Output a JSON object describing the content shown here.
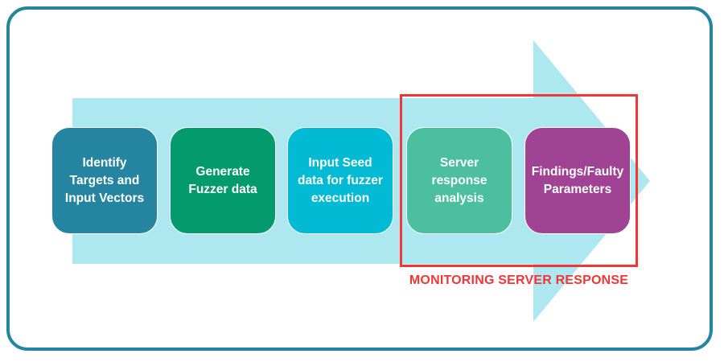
{
  "diagram": {
    "colors": {
      "frame": "#2585a0",
      "arrow": "#ade8f0",
      "highlight": "#f23535"
    },
    "steps": [
      {
        "label": "Identify\nTargets and\nInput Vectors",
        "color": "#2585a0"
      },
      {
        "label": "Generate\nFuzzer data",
        "color": "#049b6c"
      },
      {
        "label": "Input Seed\ndata for fuzzer\nexecution",
        "color": "#02bad4"
      },
      {
        "label": "Server\nresponse\nanalysis",
        "color": "#4cbf9f"
      },
      {
        "label": "Findings/Faulty\nParameters",
        "color": "#a14395"
      }
    ],
    "highlight": {
      "label": "MONITORING SERVER RESPONSE"
    }
  }
}
